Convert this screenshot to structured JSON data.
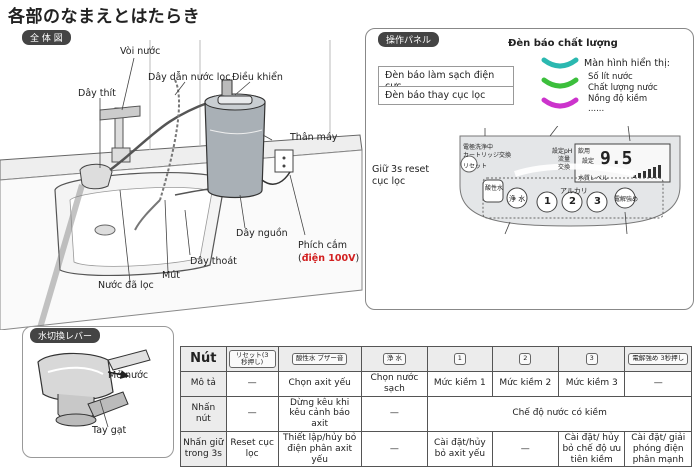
{
  "title": "各部のなまえとはたらき",
  "overview_tag": "全 体 図",
  "labels": {
    "voi_nuoc": "Vòi nước",
    "day_dan_nuoc_loc": "Dây dẫn nước lọc",
    "dieu_khien": "Điều khiển",
    "day_thit": "Dây thít",
    "than_may": "Thân máy",
    "nuoc_da_loc": "Nước đã lọc",
    "mut": "Mút",
    "day_thoat": "Dây thoát",
    "day_nguon": "Dây nguồn",
    "phich_cam": "Phích cắm",
    "dien_100v": "điện 100V"
  },
  "panel": {
    "tag": "操作パネル",
    "den_bao_chat_luong": "Đèn báo chất lượng",
    "den_bao_lam_sach": "Đèn báo làm sạch điện cực",
    "den_bao_thay_coc": "Đèn báo thay cục lọc",
    "giu_3s_line1": "Giữ 3s reset",
    "giu_3s_line2": "cục lọc",
    "man_hinh": "Màn hình hiển thị:",
    "so_lit": "Số lít nước",
    "chat_luong": "Chất lượng nước",
    "nong_do": "Nồng độ kiềm",
    "dots": "......",
    "display_value": "9.5",
    "alkali_jp": "アルカリ",
    "btn1": "1",
    "btn2": "2",
    "btn3": "3",
    "btn_jousui": "浄 水",
    "btn_sansei": "酸性水",
    "btn_denkai": "電解強め",
    "jp_denkyoku": "電極洗浄中",
    "jp_cartridge": "カートリッジ交換",
    "jp_reset": "リセット",
    "jp_settei": "設定pH",
    "jp_ryuryo": "流量",
    "jp_koukan": "交換",
    "jp_inryo": "飲用",
    "jp_settei2": "設定",
    "jp_suishitsu": "水質レベル"
  },
  "inset": {
    "tag": "水切換レバー",
    "mo_nuoc": "Mở nước",
    "tay_gat": "Tay gạt"
  },
  "table": {
    "col0": "Nút",
    "icons": [
      "リセット(3秒押し)",
      "酸性水 ブザー音",
      "浄 水",
      "1",
      "2",
      "3",
      "電解強め 3秒押し"
    ],
    "row_mota": [
      "Mô tả",
      "—",
      "Chọn axit yếu",
      "Chọn nước sạch",
      "Mức kiềm 1",
      "Mức kiềm 2",
      "Mức kiềm 3",
      "—"
    ],
    "row_nhan": [
      "Nhấn nút",
      "—",
      "Dừng kêu khi kêu cảnh báo axit",
      "—",
      "Chế độ nước có kiềm"
    ],
    "row_giu": [
      "Nhấn giữ trong 3s",
      "Reset cục lọc",
      "Thiết lập/hủy bỏ điện phân axit yếu",
      "—",
      "Cài đặt/hủy bỏ axit yếu",
      "—",
      "Cài đặt/ hủy bỏ chế độ ưu tiên kiềm",
      "Cài đặt/ giải phóng điện phân mạnh"
    ]
  },
  "colors": {
    "wave_teal": "#2bb8b0",
    "wave_green": "#3cbf3c",
    "wave_magenta": "#cc33cc",
    "red_text": "#d21f1f"
  }
}
